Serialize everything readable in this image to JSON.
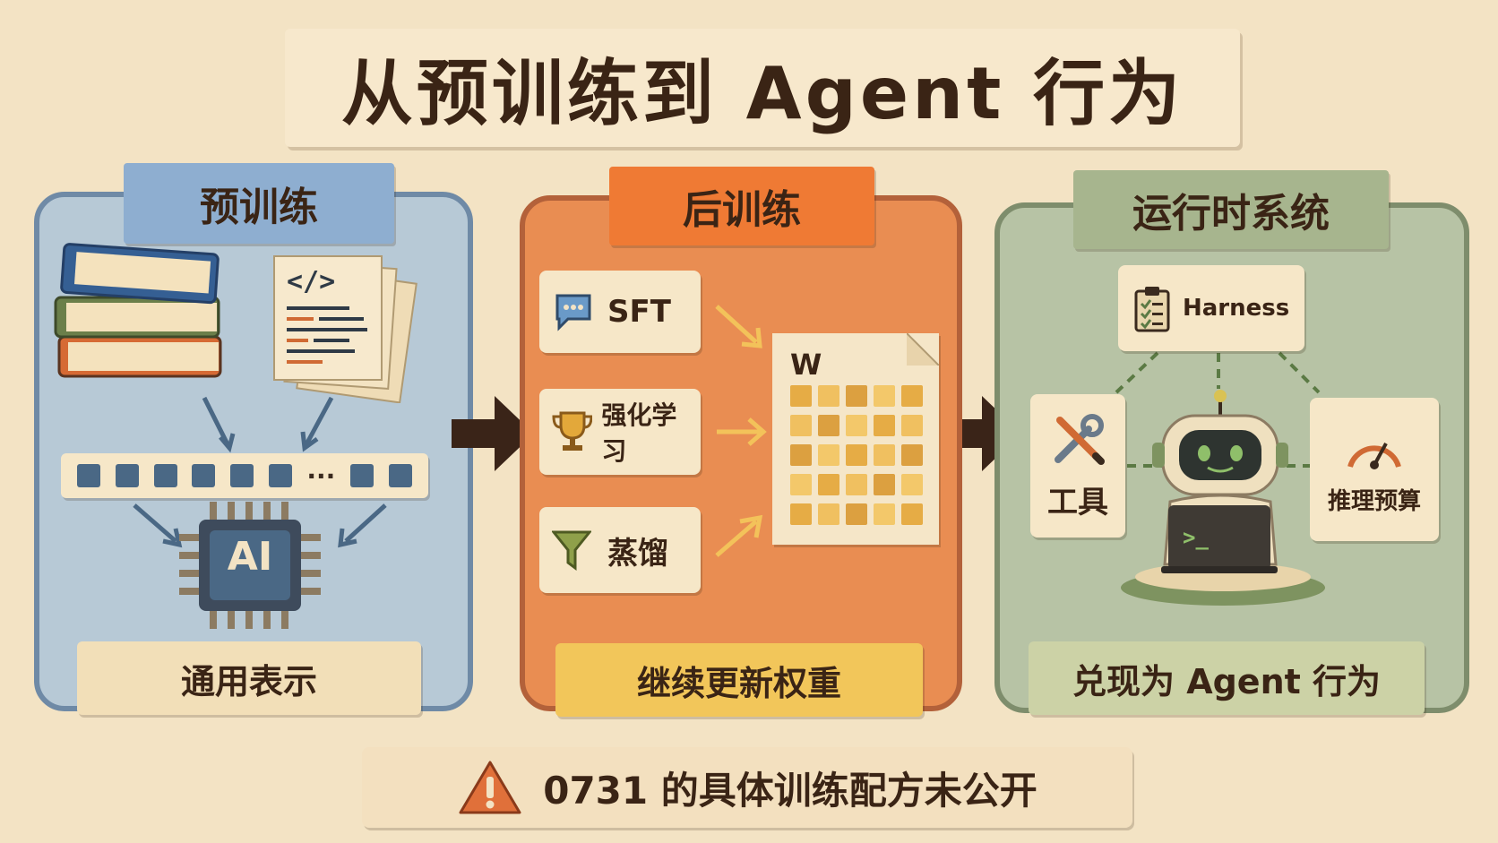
{
  "title": "从预训练到 Agent 行为",
  "pretraining": {
    "heading": "预训练",
    "code_symbol": "</>",
    "token_dots": "···",
    "chip_label": "AI",
    "footer": "通用表示"
  },
  "posttraining": {
    "heading": "后训练",
    "methods": [
      {
        "label": "SFT",
        "icon": "chat-bubble-icon"
      },
      {
        "label": "强化学习",
        "icon": "trophy-icon"
      },
      {
        "label": "蒸馏",
        "icon": "funnel-icon"
      }
    ],
    "weights_label": "W",
    "footer": "继续更新权重"
  },
  "runtime": {
    "heading": "运行时系统",
    "harness_label": "Harness",
    "tools_label": "工具",
    "budget_label": "推理预算",
    "terminal_prompt": ">_",
    "footer": "兑现为 Agent 行为"
  },
  "note": "0731 的具体训练配方未公开",
  "colors": {
    "pretrain_panel": "#b7c9d6",
    "posttrain_panel": "#e98d52",
    "runtime_panel": "#b7c3a5",
    "arrow": "#3a2418"
  }
}
